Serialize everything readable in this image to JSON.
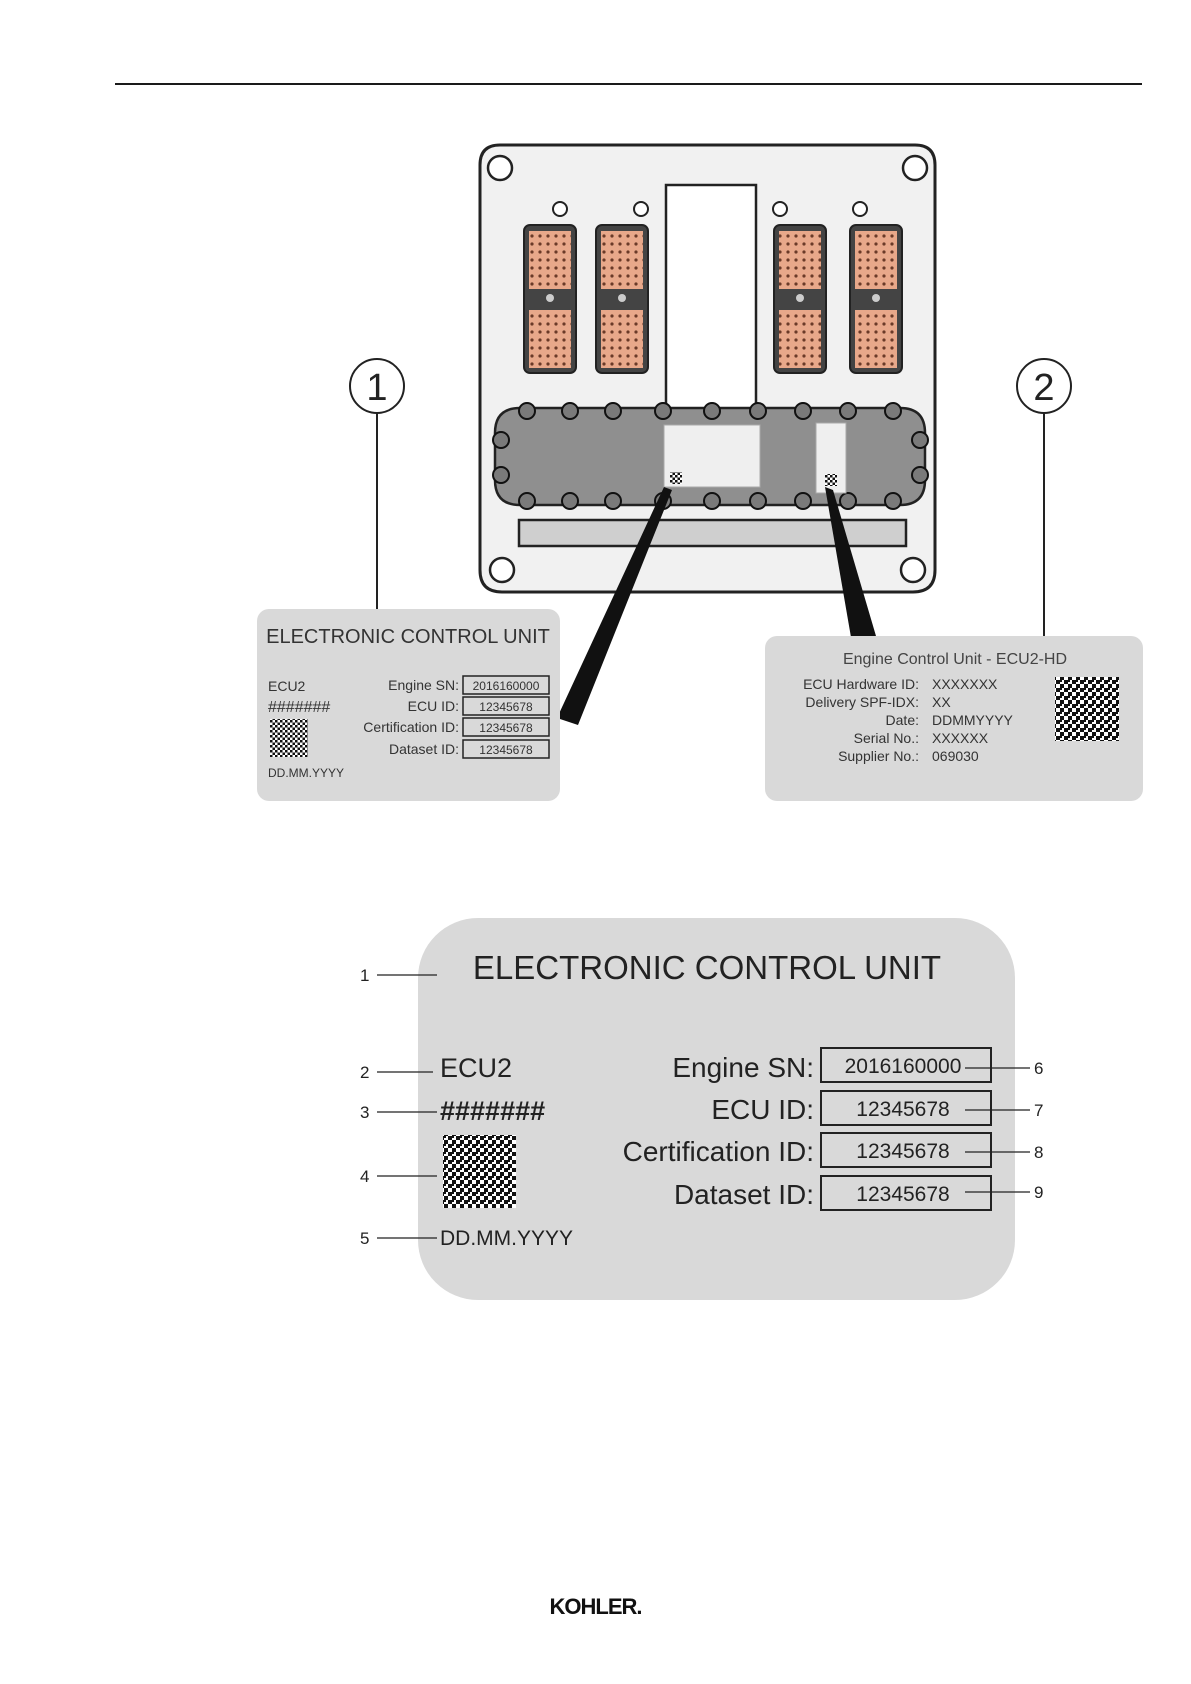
{
  "figure1": {
    "callouts": [
      "1",
      "2"
    ],
    "label_ecu": {
      "title": "ELECTRONIC CONTROL UNIT",
      "model": "ECU2",
      "hash": "#######",
      "date": "DD.MM.YYYY",
      "fields": [
        {
          "name": "Engine SN:",
          "value": "2016160000"
        },
        {
          "name": "ECU ID:",
          "value": "12345678"
        },
        {
          "name": "Certification ID:",
          "value": "12345678"
        },
        {
          "name": "Dataset ID:",
          "value": "12345678"
        }
      ]
    },
    "label_hd": {
      "title": "Engine Control Unit - ECU2-HD",
      "fields": [
        {
          "name": "ECU Hardware ID:",
          "value": "XXXXXXX"
        },
        {
          "name": "Delivery SPF-IDX:",
          "value": "XX"
        },
        {
          "name": "Date:",
          "value": "DDMMYYYY"
        },
        {
          "name": "Serial No.:",
          "value": "XXXXXX"
        },
        {
          "name": "Supplier No.:",
          "value": "069030"
        }
      ]
    }
  },
  "figure2": {
    "title": "ELECTRONIC CONTROL UNIT",
    "model": "ECU2",
    "hash": "#######",
    "date": "DD.MM.YYYY",
    "fields": [
      {
        "name": "Engine SN:",
        "value": "2016160000"
      },
      {
        "name": "ECU ID:",
        "value": "12345678"
      },
      {
        "name": "Certification ID:",
        "value": "12345678"
      },
      {
        "name": "Dataset ID:",
        "value": "12345678"
      }
    ],
    "callouts": [
      "1",
      "2",
      "3",
      "4",
      "5",
      "6",
      "7",
      "8",
      "9"
    ]
  },
  "footer": {
    "brand": "KOHLER."
  }
}
